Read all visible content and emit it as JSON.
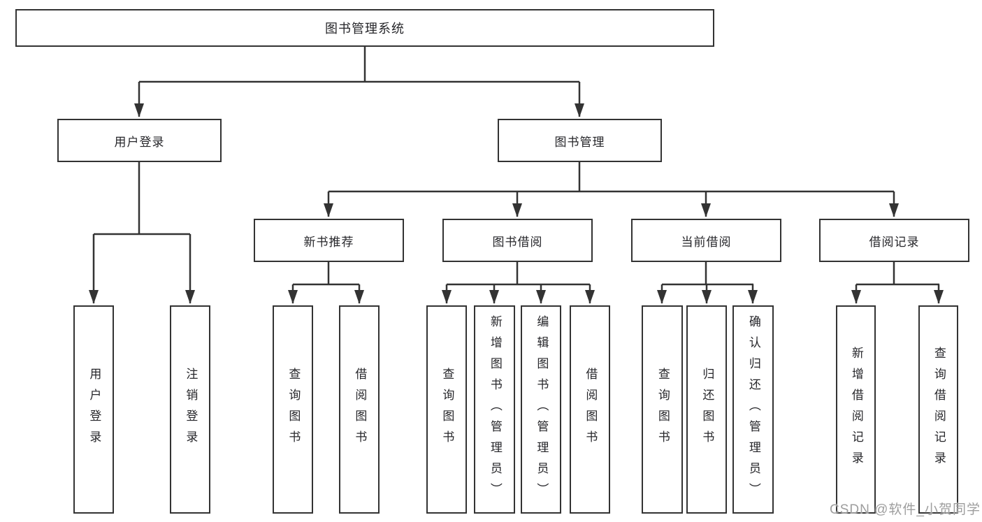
{
  "page": {
    "watermark": "CSDN @软件_小贺同学"
  },
  "colors": {
    "line": "#333333",
    "box_border": "#333333",
    "text": "#26262a",
    "watermark": "#9e9e9e",
    "background": "#ffffff"
  },
  "tree": {
    "label": "图书管理系统",
    "children": [
      {
        "label": "用户登录",
        "children": [
          {
            "label": "用户登录"
          },
          {
            "label": "注销登录"
          }
        ]
      },
      {
        "label": "图书管理",
        "children": [
          {
            "label": "新书推荐",
            "children": [
              {
                "label": "查询图书"
              },
              {
                "label": "借阅图书"
              }
            ]
          },
          {
            "label": "图书借阅",
            "children": [
              {
                "label": "查询图书"
              },
              {
                "label": "新增图书（管理员）"
              },
              {
                "label": "编辑图书（管理员）"
              },
              {
                "label": "借阅图书"
              }
            ]
          },
          {
            "label": "当前借阅",
            "children": [
              {
                "label": "查询图书"
              },
              {
                "label": "归还图书"
              },
              {
                "label": "确认归还（管理员）"
              }
            ]
          },
          {
            "label": "借阅记录",
            "children": [
              {
                "label": "新增借阅记录"
              },
              {
                "label": "查询借阅记录"
              }
            ]
          }
        ]
      }
    ]
  }
}
